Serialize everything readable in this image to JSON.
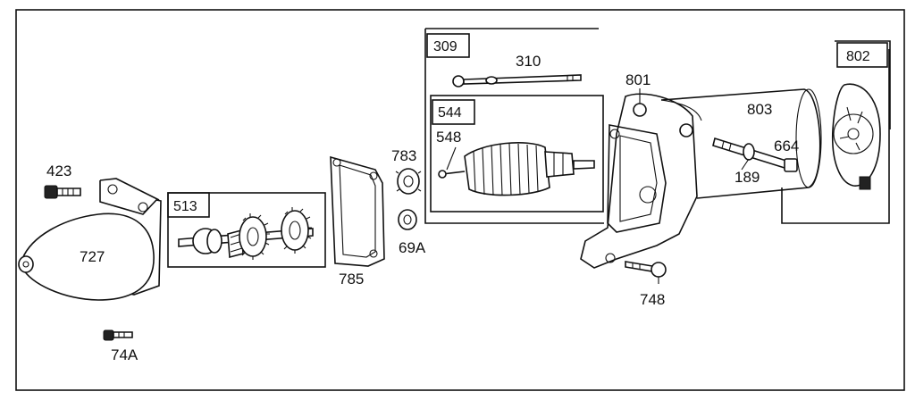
{
  "parts": [
    {
      "id": "p423",
      "label": "423"
    },
    {
      "id": "p727",
      "label": "727"
    },
    {
      "id": "p74a",
      "label": "74A"
    },
    {
      "id": "p513",
      "label": "513"
    },
    {
      "id": "p785",
      "label": "785"
    },
    {
      "id": "p783",
      "label": "783"
    },
    {
      "id": "p69a",
      "label": "69A"
    },
    {
      "id": "p309",
      "label": "309"
    },
    {
      "id": "p310",
      "label": "310"
    },
    {
      "id": "p544",
      "label": "544"
    },
    {
      "id": "p548",
      "label": "548"
    },
    {
      "id": "p801",
      "label": "801"
    },
    {
      "id": "p803",
      "label": "803"
    },
    {
      "id": "p664",
      "label": "664"
    },
    {
      "id": "p189",
      "label": "189"
    },
    {
      "id": "p748",
      "label": "748"
    },
    {
      "id": "p802",
      "label": "802"
    }
  ]
}
